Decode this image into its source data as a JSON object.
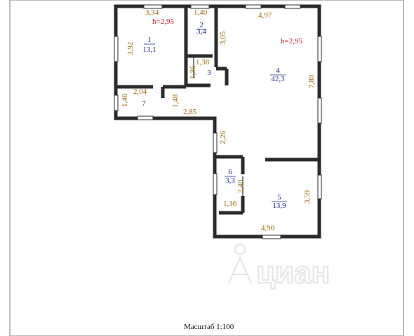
{
  "plan": {
    "ceiling_heights": [
      "h=2,95",
      "h=2,95"
    ],
    "rooms": [
      {
        "num": "1",
        "area": "13,1"
      },
      {
        "num": "2",
        "area": "3,4"
      },
      {
        "num": "3",
        "area": ""
      },
      {
        "num": "4",
        "area": "42,3"
      },
      {
        "num": "5",
        "area": "13,9"
      },
      {
        "num": "6",
        "area": "3,3"
      },
      {
        "num": "7",
        "area": ""
      }
    ],
    "dimensions": [
      "3,34",
      "1,40",
      "4,97",
      "3,92",
      "3,05",
      "1,36",
      "1,38",
      "7,80",
      "2,04",
      "1,46",
      "1,48",
      "2,85",
      "2,26",
      "2,40",
      "1,36",
      "3,59",
      "4,90"
    ]
  },
  "scale_label": "Масштаб 1:100",
  "watermark": "циан"
}
